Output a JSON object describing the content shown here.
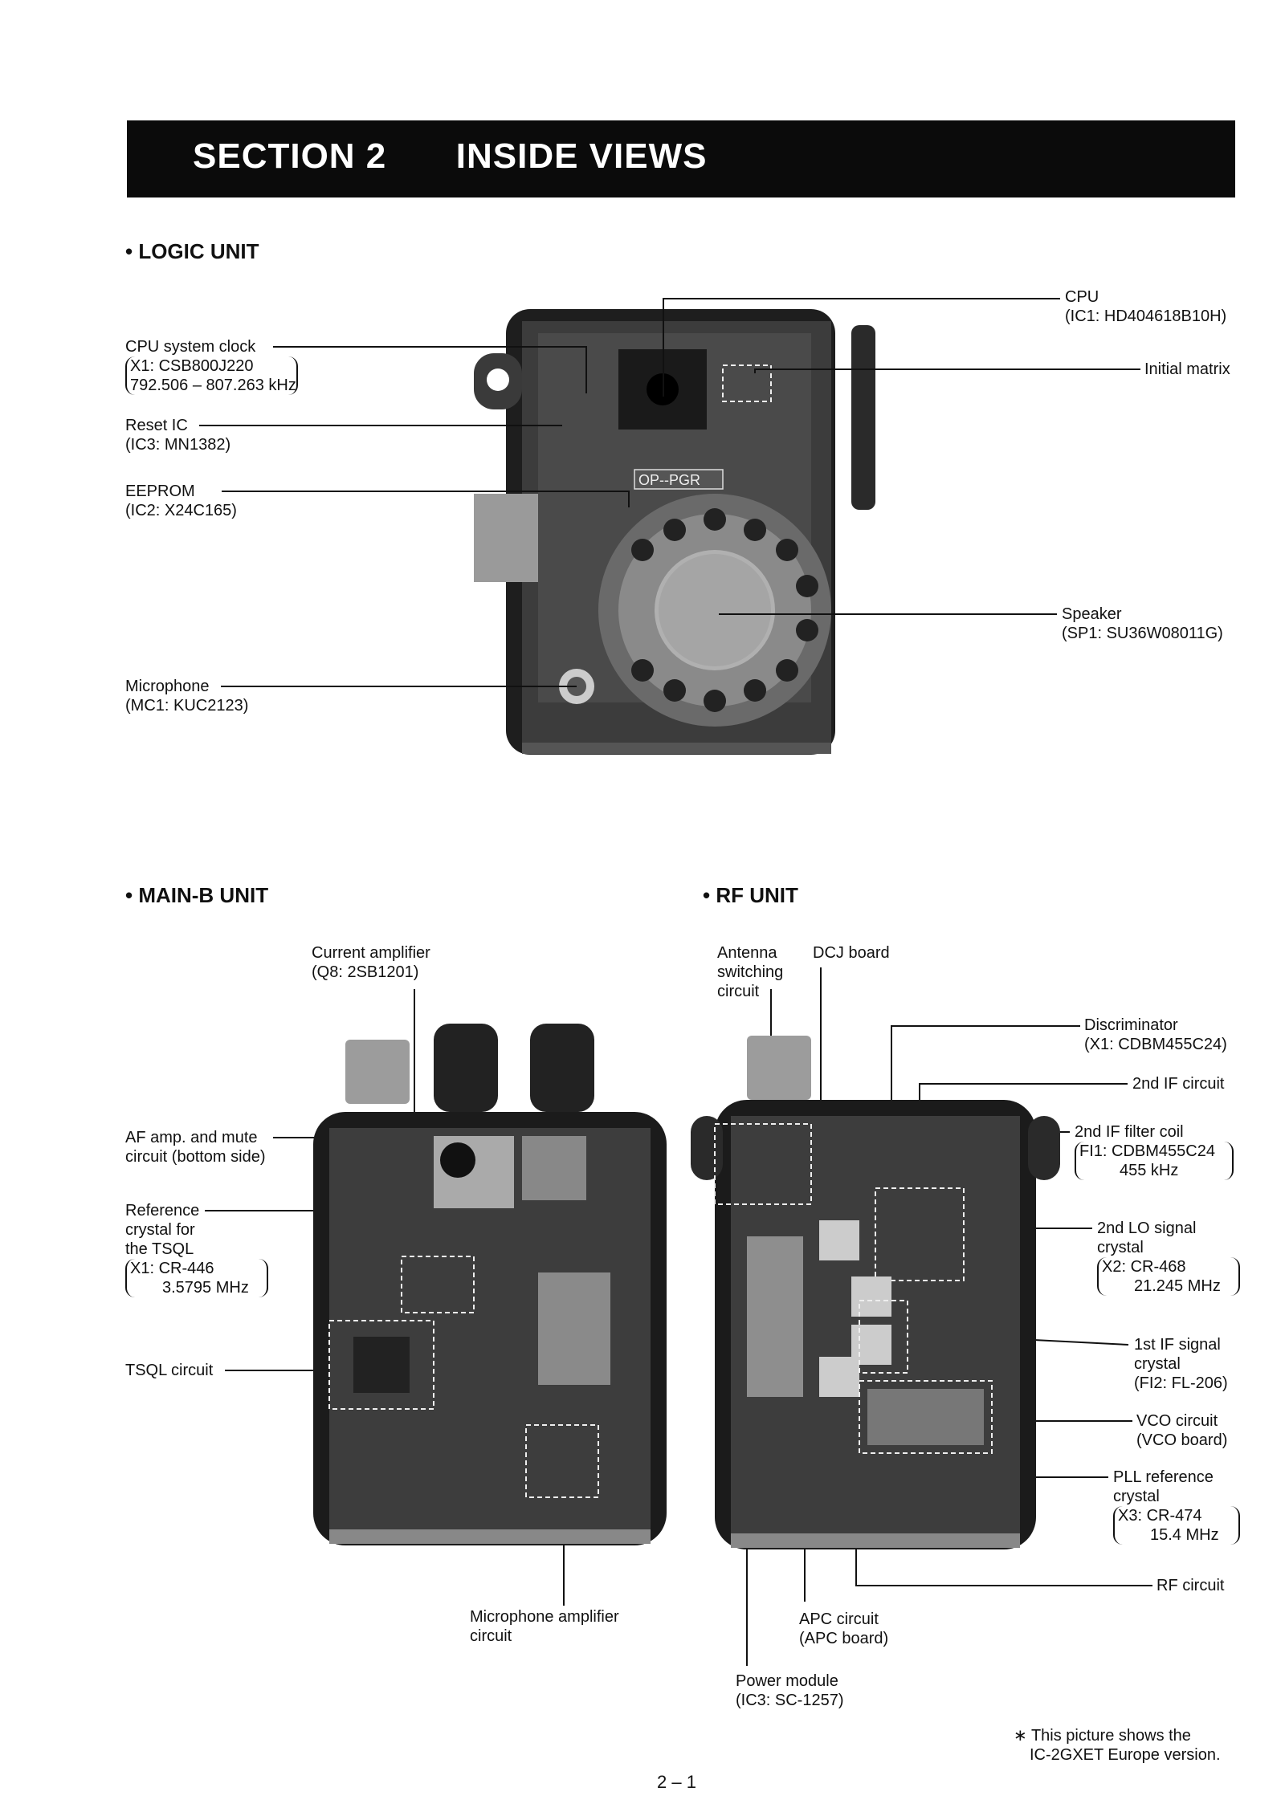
{
  "header": {
    "section": "SECTION  2",
    "title": "INSIDE VIEWS"
  },
  "logic_unit": {
    "heading": "• LOGIC UNIT",
    "labels": {
      "cpu": [
        "CPU",
        "(IC1: HD404618B10H)"
      ],
      "initial_matrix": [
        "Initial matrix"
      ],
      "cpu_clock": [
        "CPU system clock",
        "X1: CSB800J220",
        "792.506 – 807.263 kHz"
      ],
      "reset_ic": [
        "Reset IC",
        "(IC3: MN1382)"
      ],
      "eeprom": [
        "EEPROM",
        "(IC2: X24C165)"
      ],
      "speaker": [
        "Speaker",
        "(SP1: SU36W08011G)"
      ],
      "microphone": [
        "Microphone",
        "(MC1: KUC2123)"
      ]
    },
    "board_marking": "OP--PGR"
  },
  "main_b_unit": {
    "heading": "• MAIN-B UNIT",
    "labels": {
      "current_amp": [
        "Current amplifier",
        "(Q8: 2SB1201)"
      ],
      "af_amp": [
        "AF amp. and mute",
        "circuit (bottom side)"
      ],
      "ref_crystal": [
        "Reference",
        "crystal for",
        "the TSQL",
        "X1: CR-446",
        "3.5795 MHz"
      ],
      "tsql": [
        "TSQL circuit"
      ],
      "mic_amp": [
        "Microphone amplifier",
        "circuit"
      ]
    }
  },
  "rf_unit": {
    "heading": "• RF UNIT",
    "labels": {
      "antenna": [
        "Antenna",
        "switching",
        "circuit"
      ],
      "dcj": [
        "DCJ board"
      ],
      "discriminator": [
        "Discriminator",
        "(X1: CDBM455C24)"
      ],
      "if2": [
        "2nd IF circuit"
      ],
      "if2_filter": [
        "2nd IF filter coil",
        "FI1: CDBM455C24",
        "455 kHz"
      ],
      "lo2": [
        "2nd LO signal",
        "crystal",
        "X2: CR-468",
        "21.245 MHz"
      ],
      "if1": [
        "1st IF signal",
        "crystal",
        "(FI2: FL-206)"
      ],
      "vco": [
        "VCO circuit",
        "(VCO board)"
      ],
      "pll": [
        "PLL reference",
        "crystal",
        "X3: CR-474",
        "15.4 MHz"
      ],
      "rf": [
        "RF circuit"
      ],
      "apc": [
        "APC circuit",
        "(APC board)"
      ],
      "power": [
        "Power module",
        "(IC3: SC-1257)"
      ]
    }
  },
  "footnote": [
    "∗ This picture shows the",
    "IC-2GXET Europe version."
  ],
  "page_number": "2 – 1"
}
